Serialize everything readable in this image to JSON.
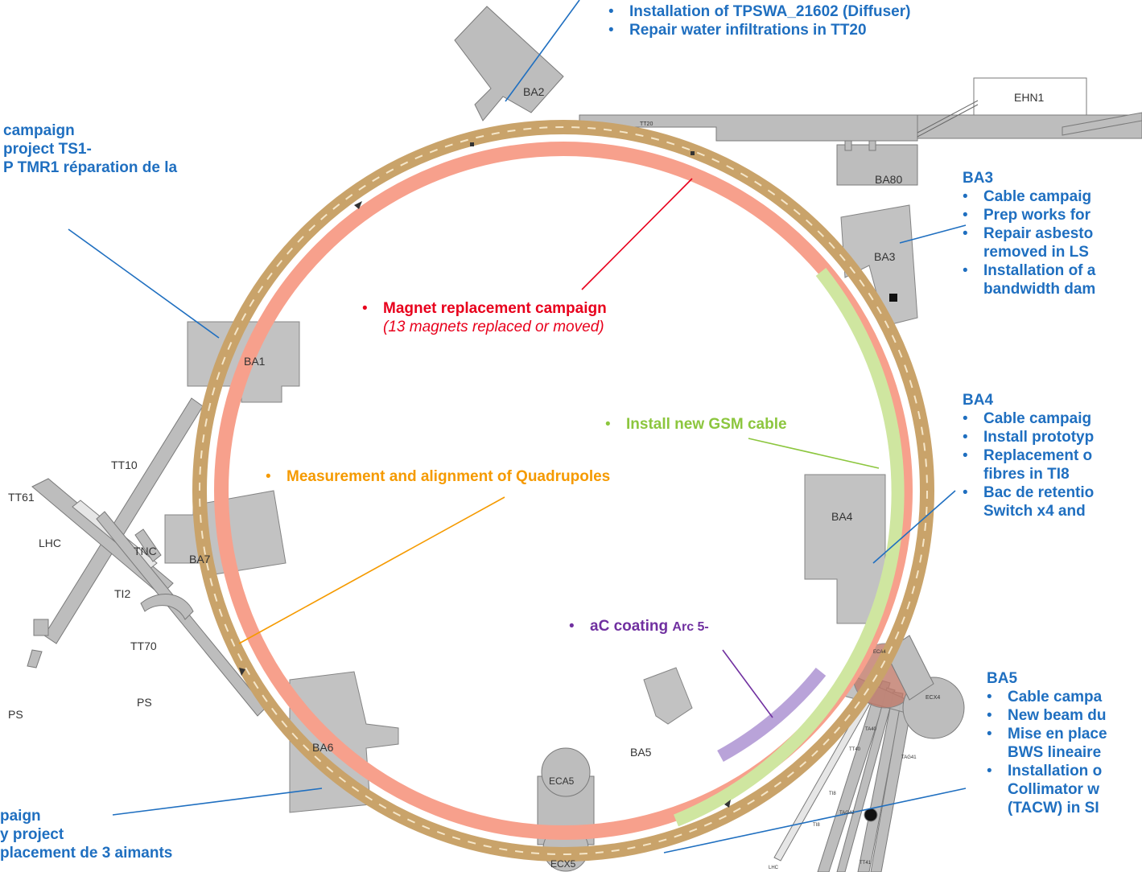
{
  "buildings": {
    "ba1": "BA1",
    "ba2": "BA2",
    "ba3": "BA3",
    "ba4": "BA4",
    "ba5": "BA5",
    "ba6": "BA6",
    "ba7": "BA7",
    "ba80": "BA80",
    "ehn1": "EHN1",
    "eca5": "ECA5",
    "ecx5": "ECX5",
    "eca4": "ECA4",
    "ecx4": "ECX4"
  },
  "lines": {
    "tt10": "TT10",
    "tt61": "TT61",
    "lhc_left": "LHC",
    "tnc": "TNC",
    "ti2": "TI2",
    "tt70": "TT70",
    "ps_left": "PS",
    "ps_mid": "PS",
    "tt20": "TT20",
    "ta40": "TA40",
    "tt40": "TT40",
    "tag41": "TAG41",
    "tag42": "TAG42",
    "ti8": "TI8",
    "ti8b": "TI8",
    "tt41": "TT41",
    "lhc_bottom": "LHC"
  },
  "ba2_notes": {
    "item1": "Installation of TPSWA_21602 (Diffuser)",
    "item2": "Repair water infiltrations in TT20"
  },
  "ba1_notes": {
    "line1": "campaign",
    "line2": "project TS1-",
    "line3": "P TMR1 réparation de la"
  },
  "ba6_notes": {
    "line1": "paign",
    "line2": "y project",
    "line3": "placement de 3 aimants"
  },
  "ba3_notes": {
    "title": "BA3",
    "item1": "Cable campaig",
    "item2": "Prep works for",
    "item3a": "Repair asbesto",
    "item3b": "removed in LS",
    "item4a": "Installation of a",
    "item4b": "bandwidth dam"
  },
  "ba4_notes": {
    "title": "BA4",
    "item1": "Cable campaig",
    "item2": "Install prototyp",
    "item3a": "Replacement o",
    "item3b": "fibres in TI8",
    "item4a": "Bac de retentio",
    "item4b": "Switch x4 and"
  },
  "ba5_notes": {
    "title": "BA5",
    "item1": "Cable campa",
    "item2": "New beam du",
    "item3a": "Mise en place",
    "item3b": "BWS lineaire",
    "item4a": "Installation o",
    "item4b": "Collimator w",
    "item4c": "(TACW) in SI"
  },
  "ring_notes": {
    "magnet": "Magnet replacement campaign",
    "magnet_sub": "(13 magnets replaced or moved)",
    "gsm": "Install new GSM cable",
    "quad": "Measurement and alignment of Quadrupoles",
    "ac_main": "aC coating",
    "ac_sub": "Arc 5-"
  },
  "colors": {
    "magnet": "#e8001c",
    "gsm": "#8cc63e",
    "quad": "#f59a00",
    "ac": "#7030a0",
    "blue": "#1f6fc0",
    "ring_tan": "#c9a36a",
    "ring_pink": "#f7a08c",
    "ring_green": "#cfe6a0",
    "ring_purple": "#b9a3d9",
    "building": "#b9b9b9"
  }
}
